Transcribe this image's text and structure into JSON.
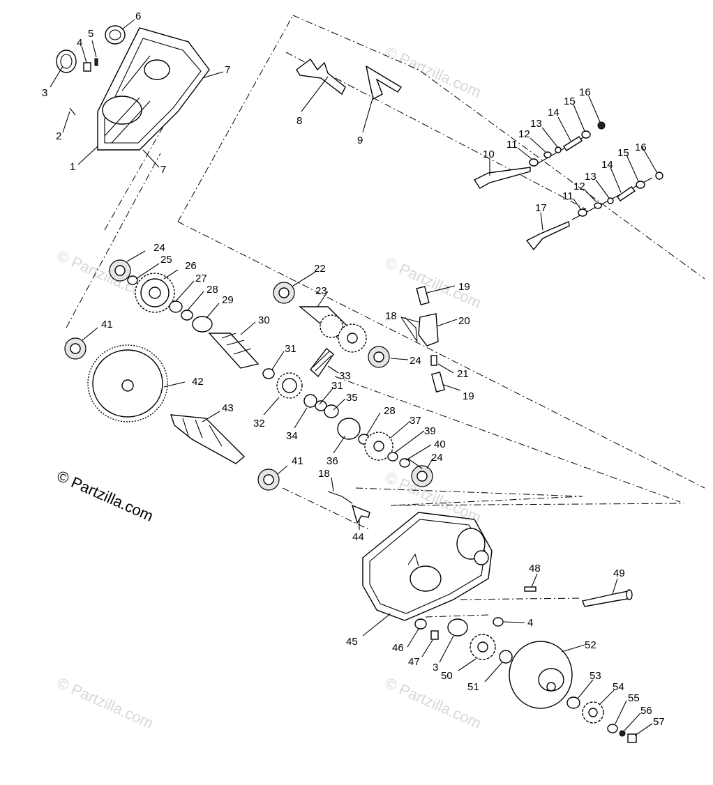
{
  "copyright": "© Partzilla.com",
  "watermark": "© Partzilla.com",
  "callouts": [
    "1",
    "2",
    "3",
    "4",
    "5",
    "6",
    "7",
    "7",
    "8",
    "9",
    "10",
    "11",
    "12",
    "13",
    "14",
    "15",
    "16",
    "11",
    "12",
    "13",
    "14",
    "15",
    "16",
    "17",
    "18",
    "19",
    "19",
    "20",
    "21",
    "22",
    "23",
    "24",
    "24",
    "24",
    "25",
    "26",
    "27",
    "28",
    "29",
    "30",
    "31",
    "31",
    "32",
    "33",
    "34",
    "35",
    "36",
    "28",
    "37",
    "39",
    "40",
    "41",
    "41",
    "42",
    "43",
    "18",
    "44",
    "45",
    "46",
    "47",
    "3",
    "48",
    "49",
    "4",
    "50",
    "51",
    "52",
    "53",
    "54",
    "55",
    "56",
    "57"
  ]
}
